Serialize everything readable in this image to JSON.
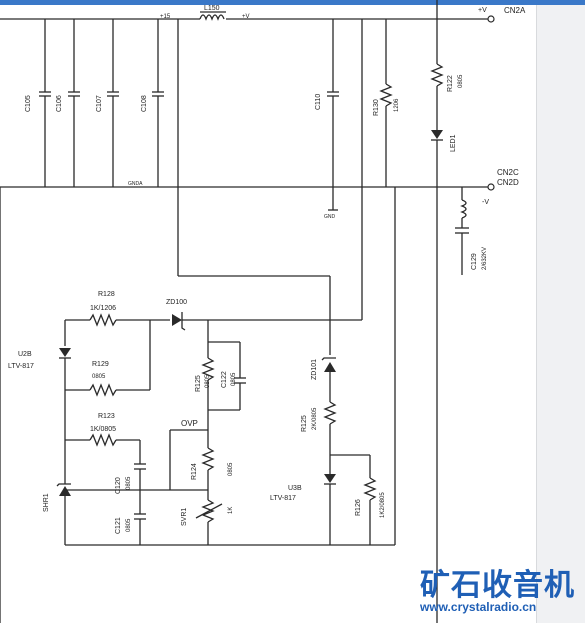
{
  "window": {
    "accent_color": "#3a78c8"
  },
  "labels": {
    "l150": "L150",
    "vplus_top": "+V",
    "v15": "+15",
    "vplus_mid": "+V",
    "cn2a": "CN2A",
    "c105": "C105",
    "c106": "C106",
    "c107": "C107",
    "c108": "C108",
    "c110": "C110",
    "r130": "R130",
    "r130_val": "1206",
    "r122": "R122",
    "r122_val": "0805",
    "led1": "LED1",
    "gnd_net": "GNDA",
    "gnd": "GND",
    "cn2c": "CN2C",
    "cn2d": "CN2D",
    "vminus": "-V",
    "c129": "C129",
    "c129_val": "2/632KV",
    "r128": "R128",
    "r128_val": "1K/1206",
    "zd100": "ZD100",
    "u2b": "U2B",
    "u2b_part": "LTV-817",
    "r129": "R129",
    "r129_val": "0805",
    "r125_top": "R125",
    "r125_top_val": "0805",
    "c122": "C122",
    "c122_val": "0805",
    "zd101": "ZD101",
    "r123": "R123",
    "r123_val": "1K/0805",
    "ovp": "OVP",
    "r125": "R125",
    "r125_val": "2K/0805",
    "c120": "C120",
    "c120_val": "0805",
    "r124": "R124",
    "r124_val": "0805",
    "u3b": "U3B",
    "u3b_part": "LTV-817",
    "r126": "R126",
    "r126_val": "1K2/0805",
    "shr1": "SHR1",
    "c121": "C121",
    "c121_val": "0805",
    "svr1": "SVR1",
    "svr1_val": "1K"
  },
  "watermark": {
    "title": "矿石收音机",
    "url": "www.crystalradio.cn",
    "color": "#1f5fb5"
  }
}
